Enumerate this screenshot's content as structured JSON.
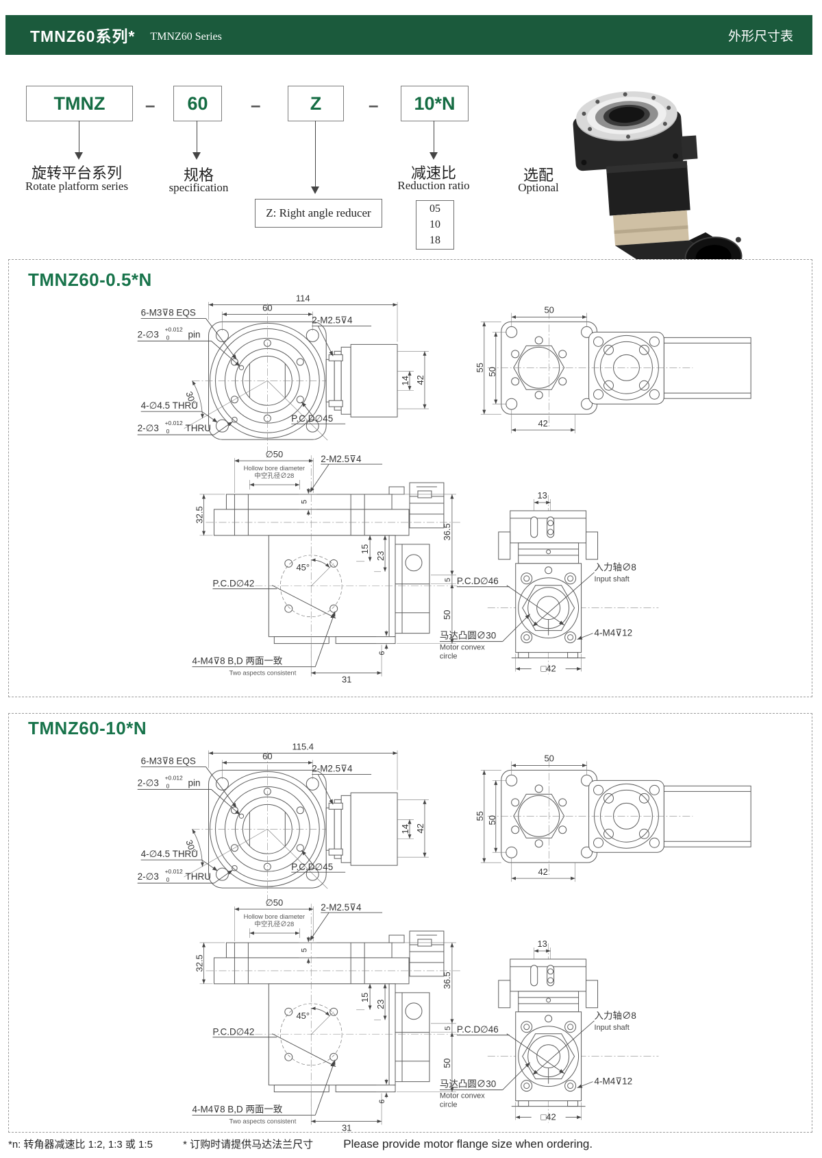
{
  "header": {
    "title_zh": "TMNZ60系列*",
    "title_en": "TMNZ60 Series",
    "right": "外形尺寸表"
  },
  "model": {
    "boxes": [
      "TMNZ",
      "60",
      "Z",
      "10*N"
    ],
    "dash": "–",
    "cols": [
      {
        "zh": "旋转平台系列",
        "en": "Rotate platform series"
      },
      {
        "zh": "规格",
        "en": "specification"
      },
      {
        "note": "Z: Right angle reducer"
      },
      {
        "zh": "减速比",
        "en": "Reduction ratio",
        "options": [
          "05",
          "10",
          "18"
        ]
      },
      {
        "zh": "选配",
        "en": "Optional"
      }
    ]
  },
  "sections": [
    {
      "title": "TMNZ60-0.5*N",
      "labels": {
        "dim_total": "114",
        "dim60": "60",
        "eqs": "6-M3⊽8 EQS",
        "pin": "2-∅3",
        "pin_tol_top": "+0.012",
        "pin_tol_bot": "0",
        "pin_suffix": "pin",
        "m25": "2-M2.5⊽4",
        "ang30": "30°",
        "thru45": "4-∅4.5 THRU",
        "thru3": "2-∅3",
        "thru3_tol_top": "+0.012",
        "thru3_tol_bot": "0",
        "thru3_suffix": "THRU",
        "pcd45": "P.C.D∅45",
        "dim14": "14",
        "dim42v": "42",
        "b_dim50": "50",
        "b_dim55": "55",
        "b_dim50b": "50",
        "b_dim42": "42",
        "c_d50": "∅50",
        "c_hollow_en": "Hollow bore diameter",
        "c_hollow_zh": "中空孔径∅28",
        "c_m25": "2-M2.5⊽4",
        "c_dim5a": "5",
        "c_dim325": "32.5",
        "c_dim15": "15",
        "c_dim23": "23",
        "c_dim365": "36.5",
        "c_dim5b": "5",
        "c_dim50r": "50",
        "c_pcd42": "P.C.D∅42",
        "c_ang45": "45°",
        "c_m4": "4-M4⊽8 B,D 两面一致",
        "c_m4_en": "Two aspects consistent",
        "c_dim31": "31",
        "c_dim6": "6",
        "d_dim13": "13",
        "d_pcd46": "P.C.D∅46",
        "d_shaft_zh": "入力轴∅8",
        "d_shaft_en": "Input shaft",
        "d_motor_zh": "马达凸圆∅30",
        "d_motor_en1": "Motor convex",
        "d_motor_en2": "circle",
        "d_m4": "4-M4⊽12",
        "d_sq42": "□42"
      }
    },
    {
      "title": "TMNZ60-10*N",
      "labels": {
        "dim_total": "115.4",
        "dim60": "60",
        "eqs": "6-M3⊽8 EQS",
        "pin": "2-∅3",
        "pin_tol_top": "+0.012",
        "pin_tol_bot": "0",
        "pin_suffix": "pin",
        "m25": "2-M2.5⊽4",
        "ang30": "30°",
        "thru45": "4-∅4.5 THRU",
        "thru3": "2-∅3",
        "thru3_tol_top": "+0.012",
        "thru3_tol_bot": "0",
        "thru3_suffix": "THRU",
        "pcd45": "P.C.D∅45",
        "dim14": "14",
        "dim42v": "42",
        "b_dim50": "50",
        "b_dim55": "55",
        "b_dim50b": "50",
        "b_dim42": "42",
        "c_d50": "∅50",
        "c_hollow_en": "Hollow bore diameter",
        "c_hollow_zh": "中空孔径∅28",
        "c_m25": "2-M2.5⊽4",
        "c_dim5a": "5",
        "c_dim325": "32.5",
        "c_dim15": "15",
        "c_dim23": "23",
        "c_dim365": "36.5",
        "c_dim5b": "5",
        "c_dim50r": "50",
        "c_pcd42": "P.C.D∅42",
        "c_ang45": "45°",
        "c_m4": "4-M4⊽8 B,D 两面一致",
        "c_m4_en": "Two aspects consistent",
        "c_dim31": "31",
        "c_dim6": "6",
        "d_dim13": "13",
        "d_pcd46": "P.C.D∅46",
        "d_shaft_zh": "入力轴∅8",
        "d_shaft_en": "Input shaft",
        "d_motor_zh": "马达凸圆∅30",
        "d_motor_en1": "Motor convex",
        "d_motor_en2": "circle",
        "d_m4": "4-M4⊽12",
        "d_sq42": "□42"
      }
    }
  ],
  "footer": {
    "note1": "*n: 转角器减速比 1:2, 1:3 或 1:5",
    "note2_zh": "* 订购时请提供马达法兰尺寸",
    "note2_en": "Please provide motor flange size when ordering."
  }
}
